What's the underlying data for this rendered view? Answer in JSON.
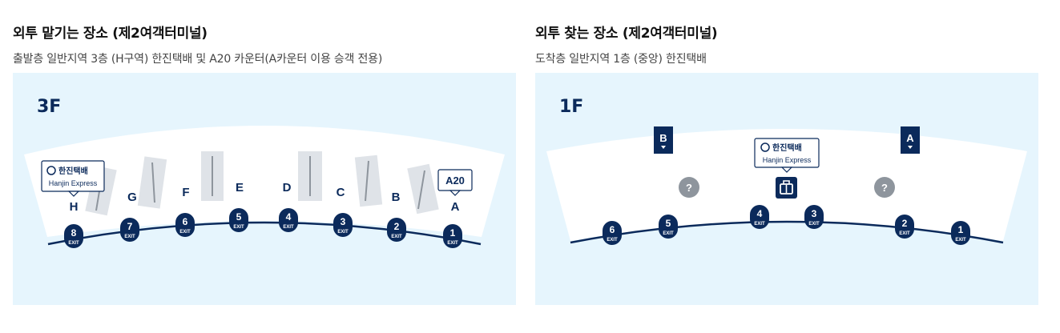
{
  "left_panel": {
    "title": "외투 맡기는 장소 (제2여객터미널)",
    "description": "출발층 일반지역 3층 (H구역) 한진택배 및 A20 카운터(A카운터 이용 승객 전용)",
    "floor": "3F",
    "zones": [
      "H",
      "G",
      "F",
      "E",
      "D",
      "C",
      "B",
      "A"
    ],
    "exits": [
      "8",
      "7",
      "6",
      "5",
      "4",
      "3",
      "2",
      "1"
    ],
    "exit_label": "EXIT",
    "counter_label": "A20",
    "hanjin_logo": "한진택배",
    "hanjin_en": "Hanjin Express"
  },
  "right_panel": {
    "title": "외투 찾는 장소 (제2여객터미널)",
    "description": "도착층 일반지역 1층 (중앙) 한진택배",
    "floor": "1F",
    "gate_b": "B",
    "gate_a": "A",
    "question_mark": "?",
    "exits": [
      "6",
      "5",
      "4",
      "3",
      "2",
      "1"
    ],
    "exit_label": "EXIT",
    "hanjin_logo": "한진택배",
    "hanjin_en": "Hanjin Express"
  },
  "colors": {
    "navy": "#0b2a5b",
    "map_bg": "#e6f5fd",
    "terminal": "#ffffff",
    "grey": "#8e959d"
  }
}
